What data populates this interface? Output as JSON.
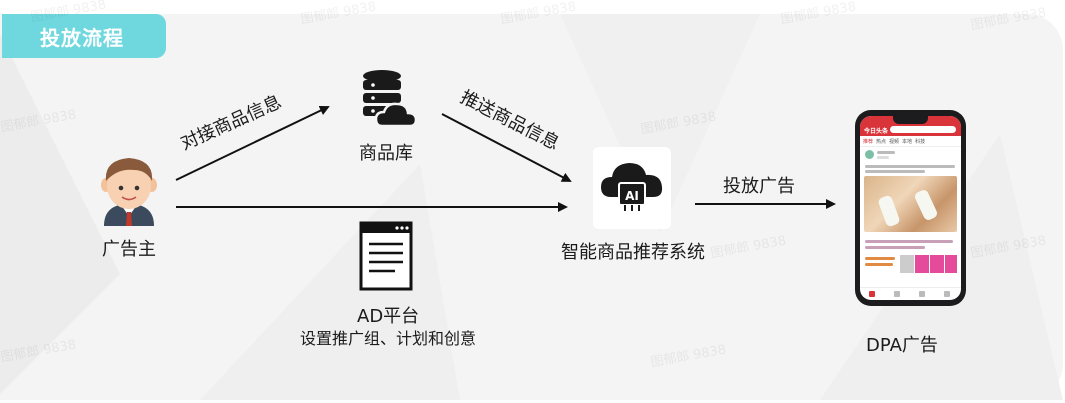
{
  "tag": {
    "title": "投放流程"
  },
  "nodes": {
    "advertiser": "广告主",
    "product_db": "商品库",
    "ai_system": "智能商品推荐系统",
    "ai_badge": "AI",
    "ad_platform": "AD平台",
    "ad_platform_sub": "设置推广组、计划和创意",
    "dpa_ad": "DPA广告"
  },
  "edges": {
    "connect_info": "对接商品信息",
    "push_info": "推送商品信息",
    "deliver_ad": "投放广告"
  },
  "icons": [
    "advertiser-avatar-icon",
    "database-cloud-icon",
    "document-icon",
    "ai-cloud-icon",
    "smartphone-icon"
  ],
  "colors": {
    "accent": "#6fd8df",
    "arrow": "#111111",
    "panel": "#f4f4f5",
    "phone_header": "#d8343a"
  }
}
